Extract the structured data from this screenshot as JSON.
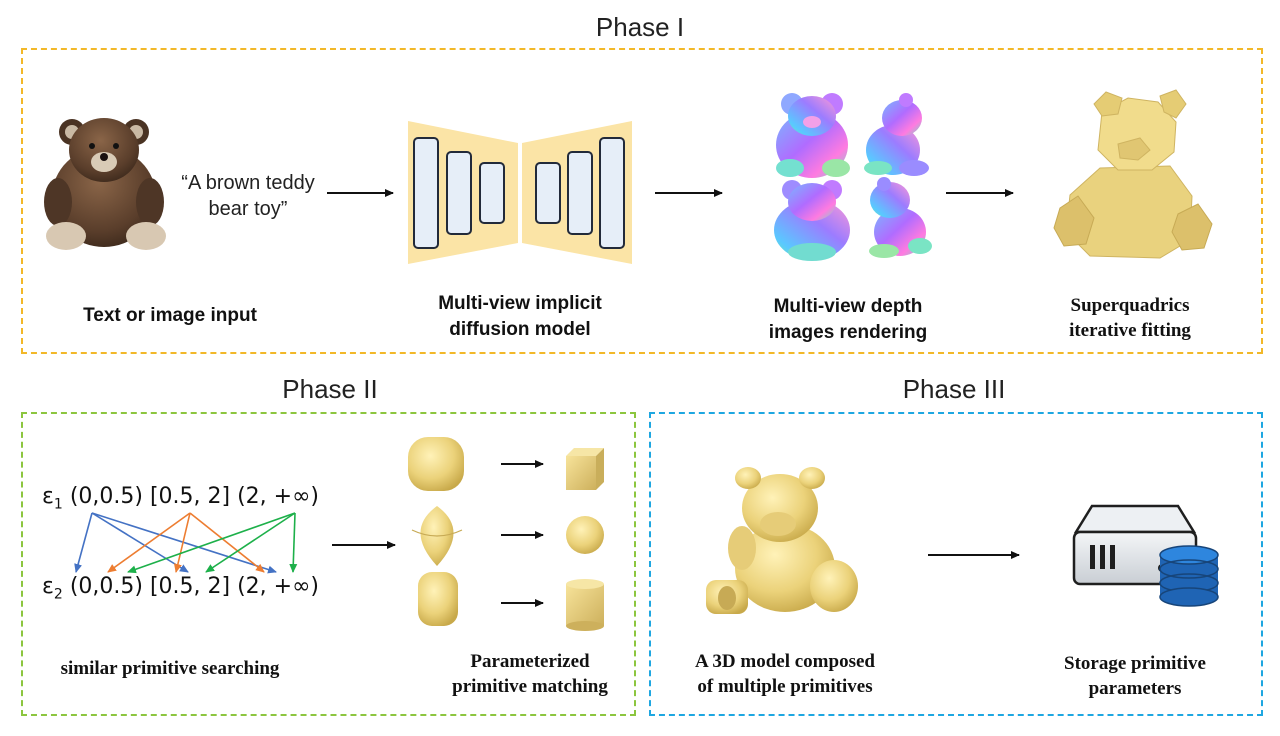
{
  "phase1": {
    "title": "Phase I",
    "prompt_line1": "“A brown teddy",
    "prompt_line2": "bear toy”",
    "labels": {
      "input": "Text or image input",
      "diffusion_line1": "Multi-view implicit",
      "diffusion_line2": "diffusion model",
      "depth_line1": "Multi-view depth",
      "depth_line2": "images rendering",
      "fitting_line1": "Superquadrics",
      "fitting_line2": "iterative fitting"
    },
    "border_color": "#F2B829"
  },
  "phase2": {
    "title": "Phase II",
    "eps1": {
      "symbol": "ε",
      "sub": "1",
      "ranges": "(0,0.5) [0.5, 2] (2, +∞)"
    },
    "eps2": {
      "symbol": "ε",
      "sub": "2",
      "ranges": "(0,0.5) [0.5, 2] (2, +∞)"
    },
    "labels": {
      "search": "similar primitive searching",
      "matching_line1": "Parameterized",
      "matching_line2": "primitive matching"
    },
    "arrow_colors": {
      "blue": "#4472C4",
      "orange": "#ED7D31",
      "green": "#1DB04A"
    },
    "border_color": "#8CC63F"
  },
  "phase3": {
    "title": "Phase III",
    "labels": {
      "model_line1": "A 3D model composed",
      "model_line2": "of multiple primitives",
      "storage_line1": "Storage primitive",
      "storage_line2": "parameters"
    },
    "border_color": "#1EA7E1"
  }
}
